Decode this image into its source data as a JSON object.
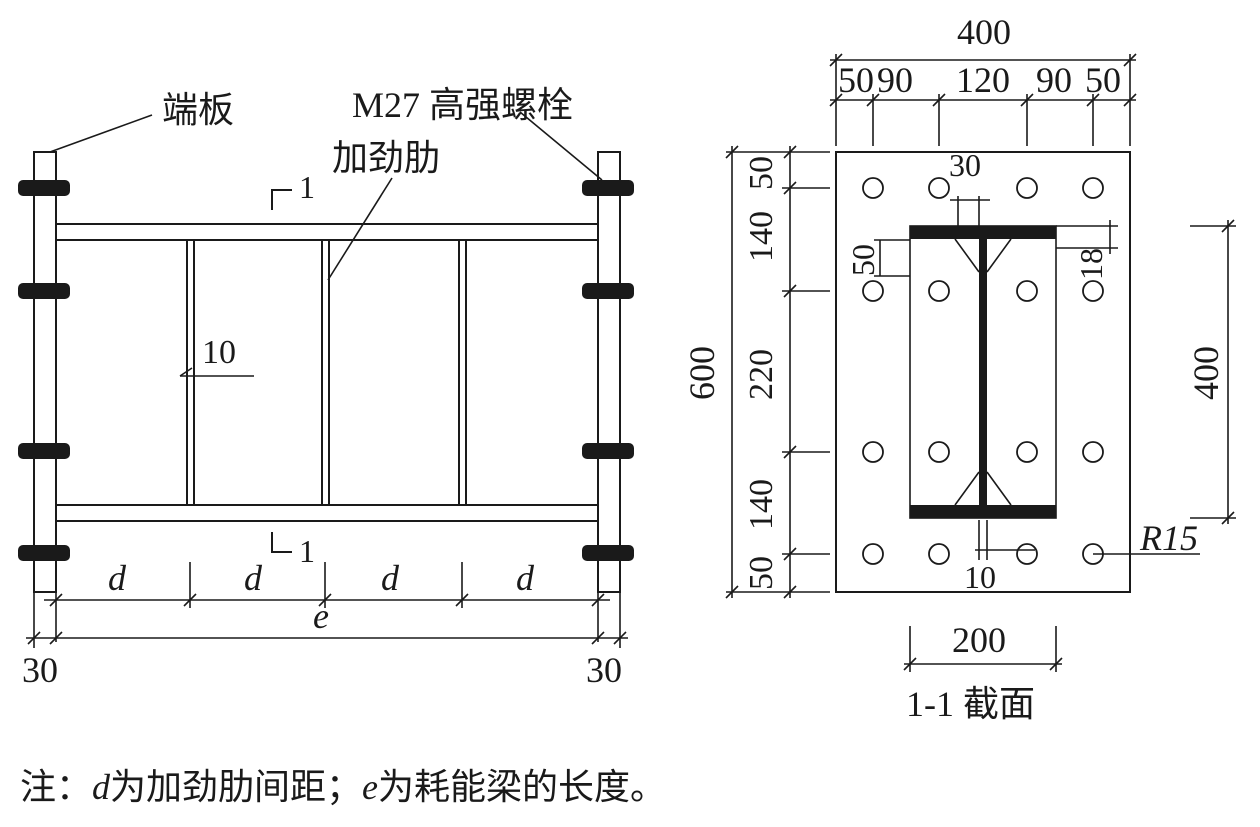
{
  "left_view": {
    "label_end_plate": "端板",
    "label_bolt": "M27 高强螺栓",
    "label_stiffener": "加劲肋",
    "section_mark": "1",
    "stiffener_thickness": "10",
    "spacing_symbol": "d",
    "length_symbol": "e",
    "end_plate_thickness": "30"
  },
  "right_view": {
    "width_total": "400",
    "bolt_spacing": [
      "50",
      "90",
      "120",
      "90",
      "50"
    ],
    "height_total": "600",
    "vertical_spacing": [
      "50",
      "140",
      "220",
      "140",
      "50"
    ],
    "section_height": "400",
    "flange_width": "200",
    "dim_30": "30",
    "dim_50": "50",
    "dim_18": "18",
    "web_thickness": "10",
    "radius": "R15",
    "section_title": "1-1 截面"
  },
  "note": {
    "prefix": "注：",
    "d_symbol": "d",
    "d_text": "为加劲肋间距；",
    "e_symbol": "e",
    "e_text": "为耗能梁的长度。"
  }
}
